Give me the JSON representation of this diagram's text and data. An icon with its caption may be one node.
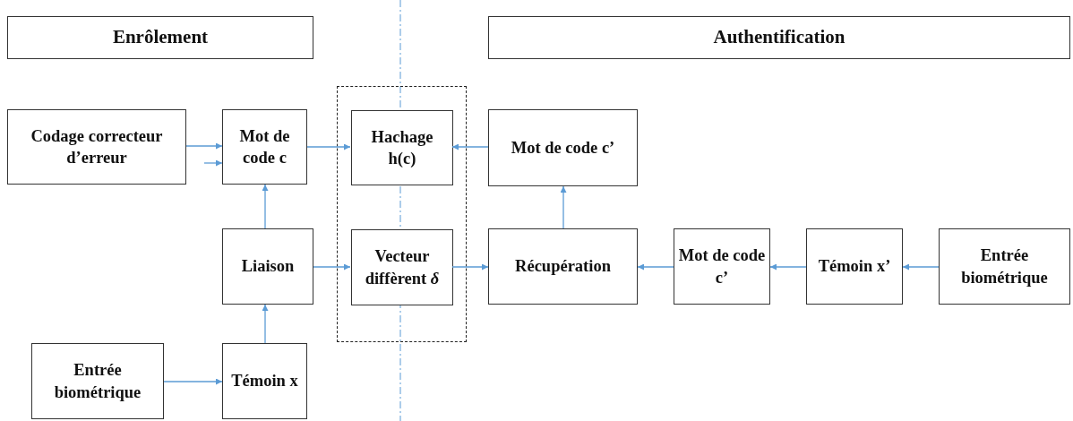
{
  "diagram": {
    "nodes": [
      {
        "text": [
          "Enrôlement"
        ]
      },
      {
        "text": [
          "Authentification"
        ]
      },
      {
        "text": [
          "Codage correcteur d’erreur"
        ]
      },
      {
        "text": [
          "Mot de code c"
        ]
      },
      {
        "text": [],
        "shape": "box"
      },
      {
        "text": [
          "Hachage h(c)"
        ],
        "in": 4
      },
      {
        "text": [
          "Mot de code c’"
        ]
      },
      {
        "text": [
          "Liaison"
        ]
      },
      {
        "text": [
          "Vecteur diffèrent *δ*"
        ],
        "in": 4
      },
      {
        "text": [
          "Récupération"
        ]
      },
      {
        "text": [
          "Mot de code c’"
        ]
      },
      {
        "text": [
          "Témoin x’"
        ]
      },
      {
        "text": [
          "Entrée biométrique"
        ]
      },
      {
        "text": [
          "Entrée biométrique"
        ]
      },
      {
        "text": [
          "Témoin x"
        ]
      }
    ],
    "edges": [
      {
        "from": 2,
        "to": 3,
        "arrow": "to"
      },
      {
        "from": null,
        "to": 3,
        "arrow": "to"
      },
      {
        "from": 3,
        "to": 5,
        "arrow": "to"
      },
      {
        "from": 6,
        "to": 5,
        "arrow": "to"
      },
      {
        "from": 9,
        "to": 6,
        "arrow": "to"
      },
      {
        "from": 7,
        "to": 3,
        "arrow": "to"
      },
      {
        "from": 7,
        "to": 8,
        "arrow": "to"
      },
      {
        "from": 8,
        "to": 9,
        "arrow": "to"
      },
      {
        "from": 10,
        "to": 9,
        "arrow": "to"
      },
      {
        "from": 11,
        "to": 10,
        "arrow": "to"
      },
      {
        "from": 12,
        "to": 11,
        "arrow": "to"
      },
      {
        "from": 13,
        "to": 14,
        "arrow": "to"
      },
      {
        "from": 14,
        "to": 7,
        "arrow": "to"
      }
    ]
  }
}
